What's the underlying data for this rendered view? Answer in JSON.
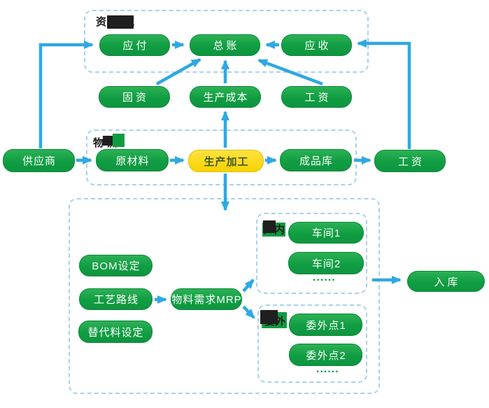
{
  "finance_section": {
    "label": "资金流",
    "payable": "应付",
    "general_ledger": "总账",
    "receivable": "应收"
  },
  "cost_row": {
    "fixed_assets": "固资",
    "production_cost": "生产成本",
    "wages": "工资"
  },
  "logistics_section": {
    "label": "物流",
    "supplier": "供应商",
    "raw_material": "原材料",
    "production_processing": "生产加工",
    "finished_goods": "成品库",
    "wages": "工资"
  },
  "planning_section": {
    "bom": "BOM设定",
    "process_routing": "工艺路线",
    "mrp": "物料需求MRP",
    "substitute_material": "替代料设定",
    "inplant": {
      "label": "厂内",
      "workshop1": "车间1",
      "workshop2": "车间2",
      "more": "......"
    },
    "outsource": {
      "label": "委外",
      "point1": "委外点1",
      "point2": "委外点2",
      "more": "......"
    },
    "storage": "入库"
  },
  "colors": {
    "node_green": "#119d42",
    "node_green_border": "#0a8a38",
    "node_yellow": "#f8d200",
    "yellow_text": "#41581b",
    "arrow_blue": "#2fa8e1",
    "dashed_border": "#a9d2ec",
    "redaction_black": "#1f1f1f",
    "dots_green": "#0f9c40",
    "label_text": "#1a1a1a"
  }
}
